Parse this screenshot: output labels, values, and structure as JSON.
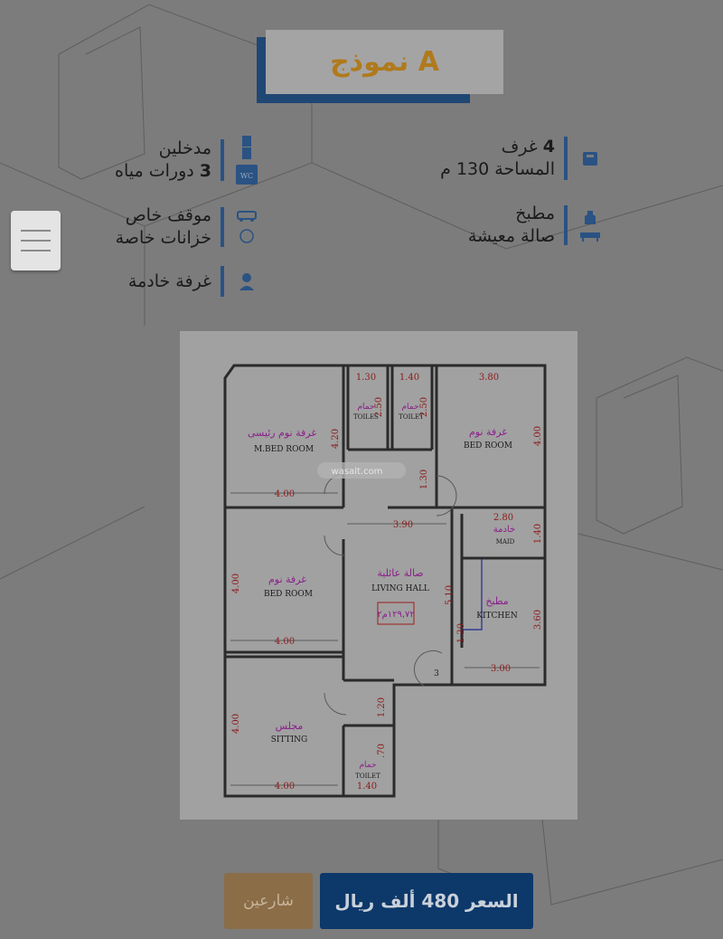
{
  "header": {
    "title": "نموذج A"
  },
  "features": {
    "right": [
      {
        "icon": "bed-icon",
        "lines": [
          {
            "strong": "4",
            "text": " غرف"
          },
          {
            "strong": "",
            "text": "المساحة 130 م"
          }
        ]
      },
      {
        "icon": "kitchen-sofa-icon",
        "lines": [
          {
            "strong": "",
            "text": "مطبخ"
          },
          {
            "strong": "",
            "text": "صالة معيشة"
          }
        ]
      }
    ],
    "left": [
      {
        "icon": "door-wc-icon",
        "lines": [
          {
            "strong": "",
            "text": "مدخلين"
          },
          {
            "strong": "3",
            "text": " دورات مياه"
          }
        ]
      },
      {
        "icon": "car-tank-icon",
        "lines": [
          {
            "strong": "",
            "text": "موقف خاص"
          },
          {
            "strong": "",
            "text": "خزانات خاصة"
          }
        ]
      },
      {
        "icon": "person-icon",
        "lines": [
          {
            "strong": "",
            "text": "غرفة خادمة"
          }
        ]
      }
    ]
  },
  "floorplan": {
    "watermark": "wasalt.com",
    "labels": {
      "mbed_ar": "غرفة نوم رئيسى",
      "mbed_en": "M.BED ROOM",
      "bed_ar": "غرفة نوم",
      "bed_en": "BED ROOM",
      "toilet_ar": "حمام",
      "toiles_en": "TOILES",
      "toilet_en": "TOILET",
      "maid_ar": "خادمة",
      "maid_en": "MAID",
      "living_ar": "صالة عائلية",
      "living_en": "LIVING HALL",
      "area": "١٢٩,٧٢م٢",
      "kitchen_ar": "مطبخ",
      "kitchen_en": "KITCHEN",
      "sitting_ar": "مجلس",
      "sitting_en": "SITTING",
      "stair": "3"
    },
    "dims": {
      "d130": "1.30",
      "d140": "1.40",
      "d380": "3.80",
      "d250": "2.50",
      "d420": "4.20",
      "d400": "4.00",
      "d390": "3.90",
      "d280": "2.80",
      "d510": "5.10",
      "d360": "3.60",
      "d120": "1.20",
      "d300": "3.00",
      "d70": ".70"
    }
  },
  "actions": {
    "price": "السعر 480 ألف ريال",
    "share": "شارعين"
  },
  "colors": {
    "brand_blue": "#0d386a",
    "accent_gold": "#b07a1c",
    "share_brown": "#8b6d48"
  }
}
